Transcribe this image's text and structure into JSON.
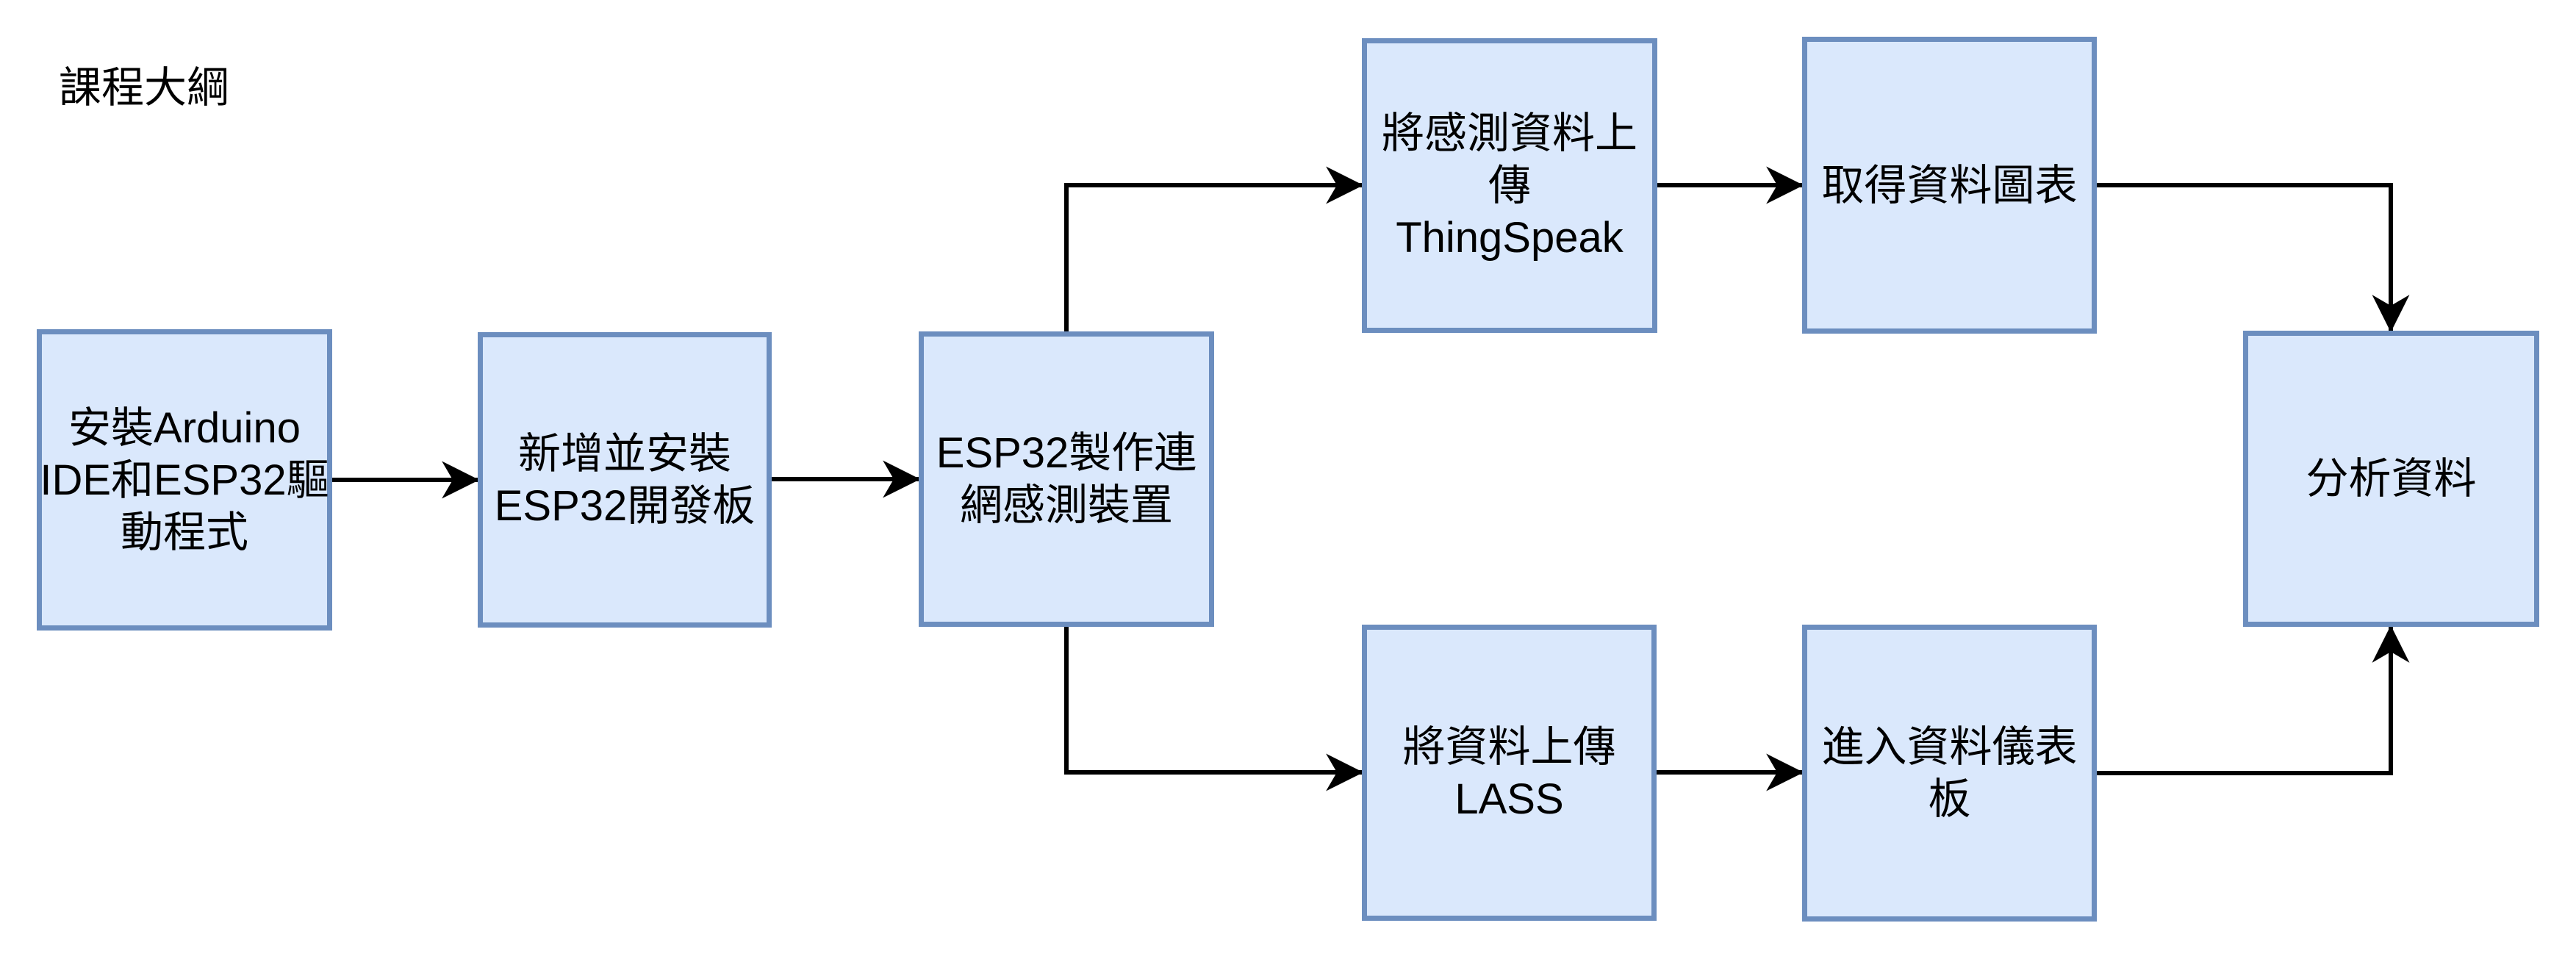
{
  "title": "課程大綱",
  "colors": {
    "node_fill": "#dae8fc",
    "node_stroke": "#6c8ebf",
    "arrow_color": "#000000",
    "bg": "#ffffff",
    "text": "#000000"
  },
  "diagram": {
    "nodes": [
      {
        "id": "install-arduino-ide",
        "label": "安裝Arduino\nIDE和ESP32驅\n動程式"
      },
      {
        "id": "add-esp32-board",
        "label": "新增並安裝\nESP32開發板"
      },
      {
        "id": "esp32-device",
        "label": "ESP32製作連\n網感測裝置"
      },
      {
        "id": "upload-thingspeak",
        "label": "將感測資料上\n傳\nThingSpeak"
      },
      {
        "id": "get-chart",
        "label": "取得資料圖表"
      },
      {
        "id": "upload-lass",
        "label": "將資料上傳\nLASS"
      },
      {
        "id": "dashboard",
        "label": "進入資料儀表\n板"
      },
      {
        "id": "analyze-data",
        "label": "分析資料"
      }
    ],
    "edges": [
      {
        "from": "install-arduino-ide",
        "to": "add-esp32-board"
      },
      {
        "from": "add-esp32-board",
        "to": "esp32-device"
      },
      {
        "from": "esp32-device",
        "to": "upload-thingspeak"
      },
      {
        "from": "esp32-device",
        "to": "upload-lass"
      },
      {
        "from": "upload-thingspeak",
        "to": "get-chart"
      },
      {
        "from": "get-chart",
        "to": "analyze-data"
      },
      {
        "from": "upload-lass",
        "to": "dashboard"
      },
      {
        "from": "dashboard",
        "to": "analyze-data"
      }
    ]
  }
}
